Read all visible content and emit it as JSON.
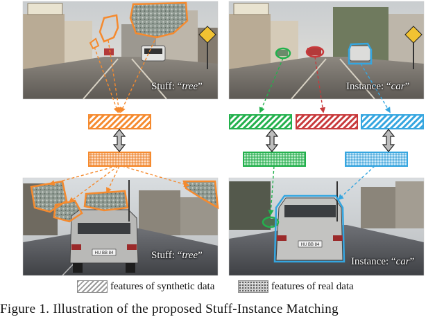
{
  "panels": {
    "top_left": {
      "label_prefix": "Stuff: “",
      "label_class": "tree",
      "label_suffix": "”"
    },
    "top_right": {
      "label_prefix": "Instance: “",
      "label_class": "car",
      "label_suffix": "”"
    },
    "bottom_left": {
      "label_prefix": "Stuff: “",
      "label_class": "tree",
      "label_suffix": "”"
    },
    "bottom_right": {
      "label_prefix": "Instance: “",
      "label_class": "car",
      "label_suffix": "”"
    },
    "bottom_left_plate": "HU BB 84",
    "bottom_right_plate": "HU BB 84"
  },
  "legend": {
    "synthetic": "features of synthetic data",
    "real": "features of real data"
  },
  "caption": "Figure 1. Illustration of the proposed Stuff-Instance Matching",
  "colors": {
    "stuff": "#f58a2e",
    "instance_green": "#23b14d",
    "instance_red": "#c8393b",
    "instance_blue": "#35a6e0"
  },
  "icons": [
    "double-arrow-icon",
    "hatched-feature-block",
    "dotted-feature-block"
  ]
}
